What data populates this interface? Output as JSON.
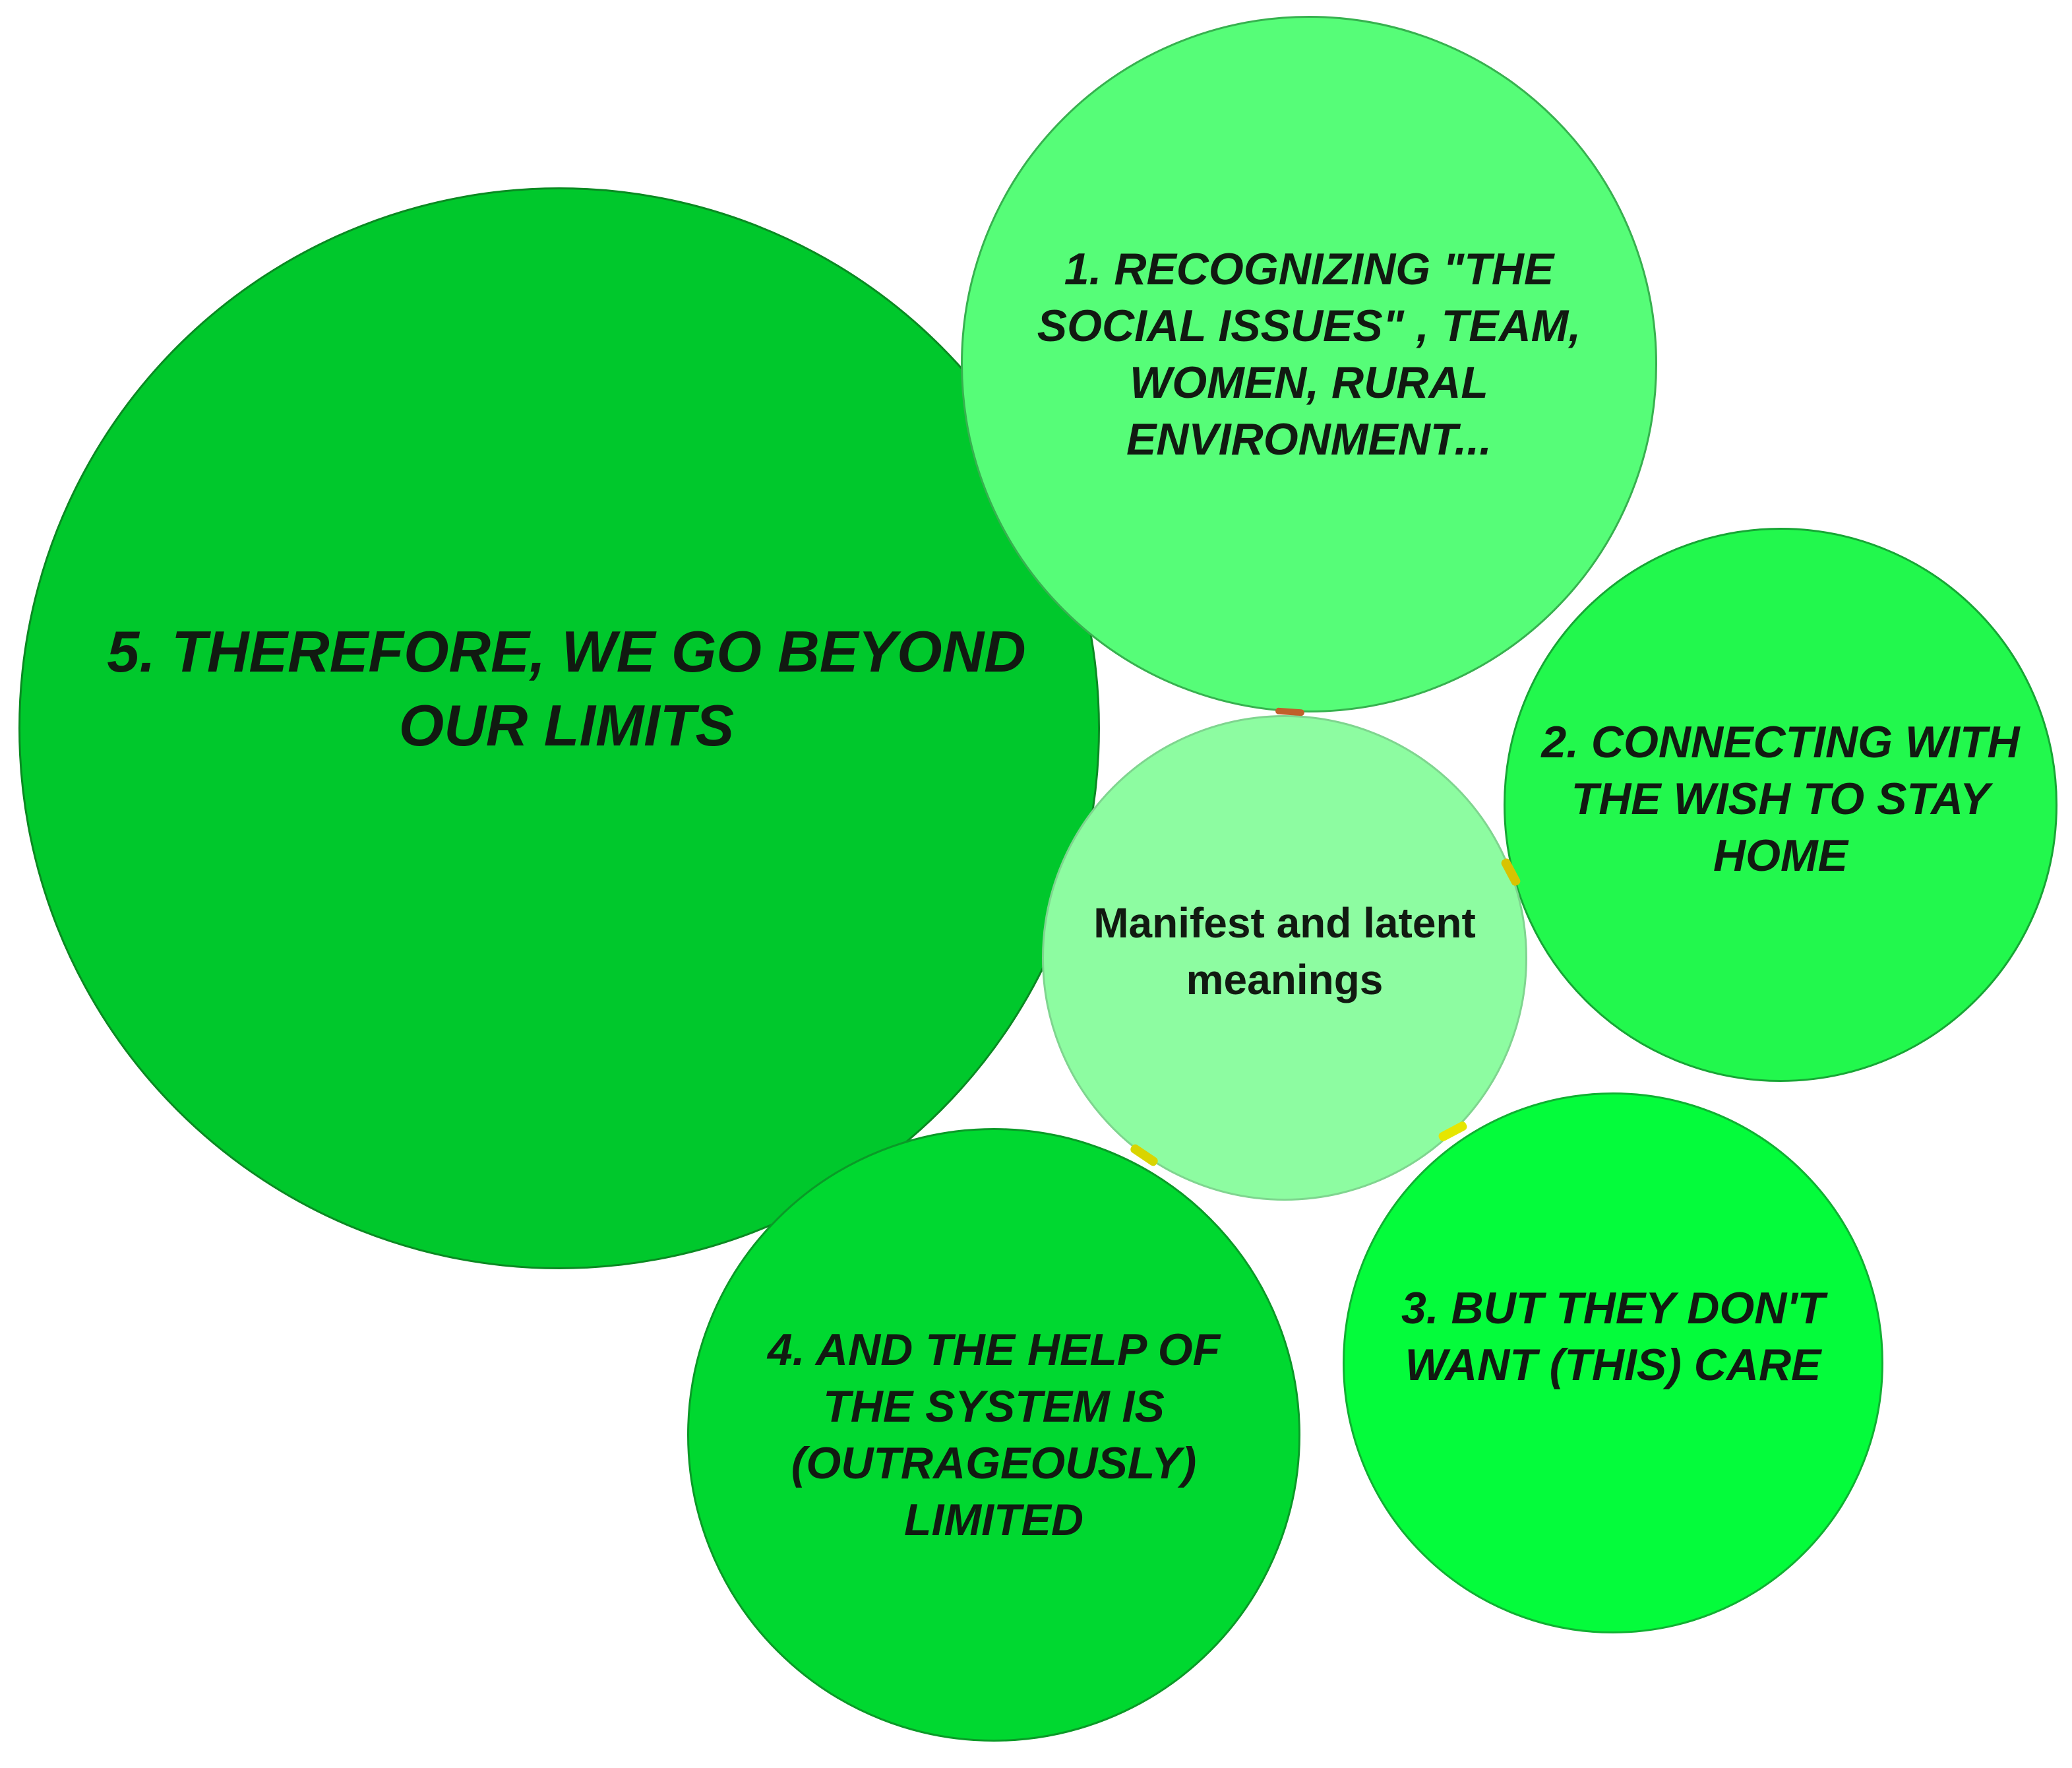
{
  "diagram": {
    "center": {
      "label": "Manifest and latent meanings",
      "fill": "#8dfca1"
    },
    "bubbles": [
      {
        "id": "1",
        "label": "1. RECOGNIZING \"THE SOCIAL ISSUES\" , TEAM, WOMEN, RURAL ENVIRONMENT...",
        "fill": "#56fd78"
      },
      {
        "id": "2",
        "label": "2. CONNECTING WITH THE WISH TO STAY HOME",
        "fill": "#22f84d"
      },
      {
        "id": "3",
        "label": "3. BUT THEY DON'T WANT (THIS) CARE",
        "fill": "#04fc3b"
      },
      {
        "id": "4",
        "label": "4. AND THE HELP OF THE SYSTEM IS (OUTRAGEOUSLY) LIMITED",
        "fill": "#00d830"
      },
      {
        "id": "5",
        "label": "5. THEREFORE, WE GO BEYOND OUR LIMITS",
        "fill": "#00c82c"
      }
    ]
  }
}
